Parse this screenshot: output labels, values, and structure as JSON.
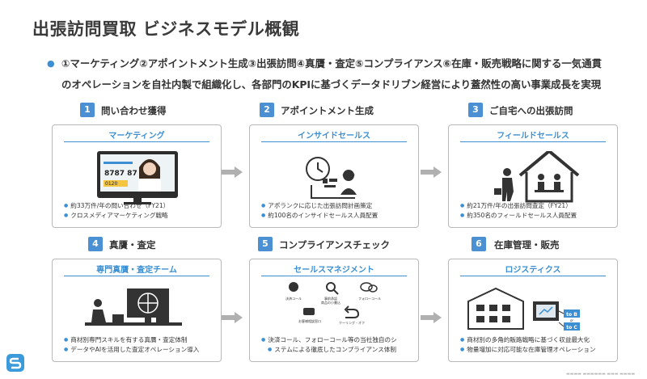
{
  "page": {
    "title": "出張訪問買取 ビジネスモデル概観",
    "lead_bullet": "●",
    "lead_line1": "①マーケティング②アポイントメント生成③出張訪問④真贋・査定⑤コンプライアンス⑥在庫・販売戦略に関する一気通貫",
    "lead_line2": "のオペレーションを自社内製で組織化し、各部門のKPIに基づくデータドリブン経営により蓋然性の高い事業成長を実現",
    "footer": "▬▬▬▬ ▬▬▬▬▬▬ ▬▬▬ ▬▬▬▬"
  },
  "colors": {
    "accent": "#3b8fd2",
    "badge": "#4a90d2",
    "border": "#b9b9b9",
    "arrow": "#b0b0b0"
  },
  "cards": [
    {
      "num": "1",
      "title": "問い合わせ獲得",
      "sub": "マーケティング",
      "bullets": [
        "約33万件/年の問い合わせ（FY21）",
        "クロスメディアマーケティング戦略"
      ],
      "screen_number": "8787 87",
      "screen_tag": "0120",
      "icon": "monitor-ad-icon"
    },
    {
      "num": "2",
      "title": "アポイントメント生成",
      "sub": "インサイドセールス",
      "bullets": [
        "アポランクに応じた出張訪問計画策定",
        "約100名のインサイドセールス人員配置"
      ],
      "icon": "call-center-icon"
    },
    {
      "num": "3",
      "title": "ご自宅への出張訪問",
      "sub": "フィールドセールス",
      "bullets": [
        "約21万件/年の出張訪問査定（FY21）",
        "約350名のフィールドセールス人員配置"
      ],
      "icon": "house-visit-icon"
    },
    {
      "num": "4",
      "title": "真贋・査定",
      "sub": "専門真贋・査定チーム",
      "bullets": [
        "商材別専門スキルを有する真贋・査定体制",
        "データやAIを活用した査定オペレーション導入"
      ],
      "icon": "appraisal-desk-icon"
    },
    {
      "num": "5",
      "title": "コンプライアンスチェック",
      "sub": "セールスマネジメント",
      "bullets": [
        "決済コール、フォローコール等の当社独自のシ",
        "ステムによる徹底したコンプライアンス体制"
      ],
      "icons": [
        {
          "name": "settlement-call-icon",
          "label": "決済コール"
        },
        {
          "name": "inspection-icon",
          "label": "事前承認\n商品の小書込"
        },
        {
          "name": "follow-call-icon",
          "label": "フォローコール"
        },
        {
          "name": "complaint-icon",
          "label": "お客様相談窓口"
        },
        {
          "name": "cooling-off-icon",
          "label": "クーリング・オフ"
        }
      ]
    },
    {
      "num": "6",
      "title": "在庫管理・販売",
      "sub": "ロジスティクス",
      "bullets": [
        "商材別の多角的販路戦略に基づく収益最大化",
        "物量増加に対応可能な在庫管理オペレーション"
      ],
      "to_b": "to B",
      "to_c": "to C",
      "or": "or",
      "icon": "logistics-icon"
    }
  ]
}
